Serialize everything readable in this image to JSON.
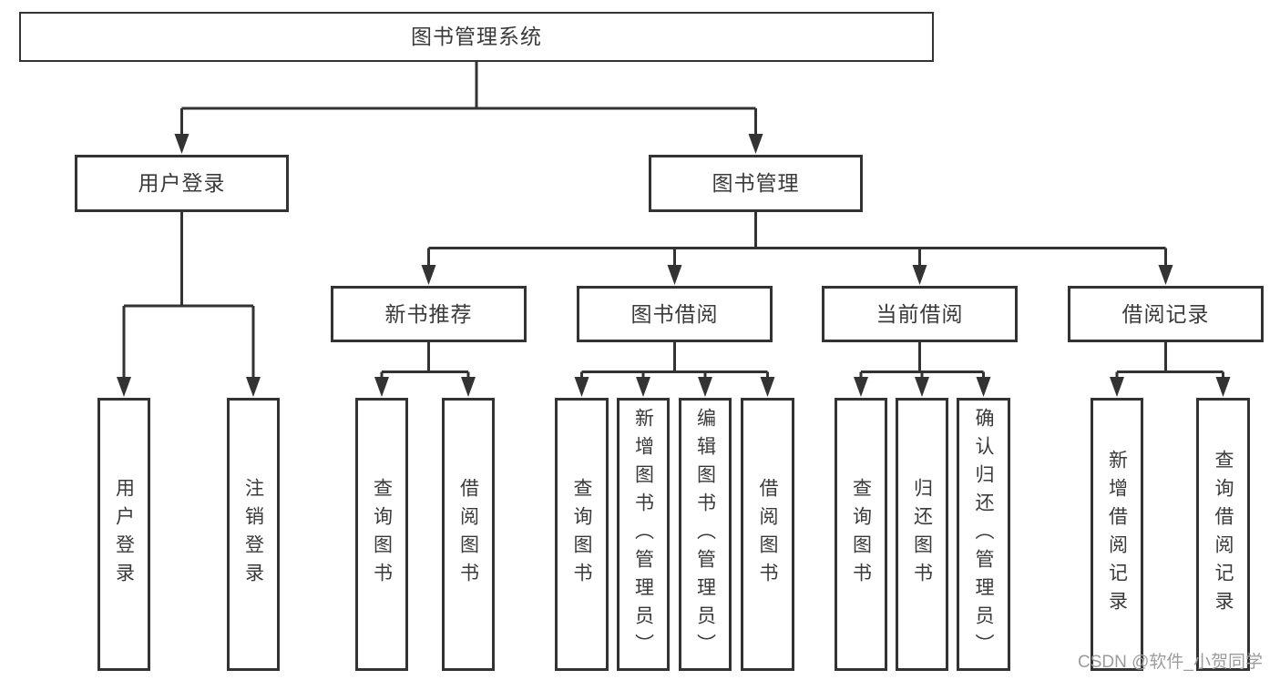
{
  "diagram": {
    "tree": {
      "label": "图书管理系统",
      "children": [
        {
          "label": "用户登录",
          "children": [
            {
              "label": "用户登录"
            },
            {
              "label": "注销登录"
            }
          ]
        },
        {
          "label": "图书管理",
          "children": [
            {
              "label": "新书推荐",
              "children": [
                {
                  "label": "查询图书"
                },
                {
                  "label": "借阅图书"
                }
              ]
            },
            {
              "label": "图书借阅",
              "children": [
                {
                  "label": "查询图书"
                },
                {
                  "label": "新增图书（管理员）"
                },
                {
                  "label": "编辑图书（管理员）"
                },
                {
                  "label": "借阅图书"
                }
              ]
            },
            {
              "label": "当前借阅",
              "children": [
                {
                  "label": "查询图书"
                },
                {
                  "label": "归还图书"
                },
                {
                  "label": "确认归还（管理员）"
                }
              ]
            },
            {
              "label": "借阅记录",
              "children": [
                {
                  "label": "新增借阅记录"
                },
                {
                  "label": "查询借阅记录"
                }
              ]
            }
          ]
        }
      ]
    },
    "colors": {
      "line": "#333333",
      "box_border": "#333333",
      "text": "#3a3a3a",
      "background": "#ffffff",
      "watermark": "#9c9c9c"
    }
  },
  "watermark": {
    "text": "CSDN @软件_小贺同学"
  }
}
